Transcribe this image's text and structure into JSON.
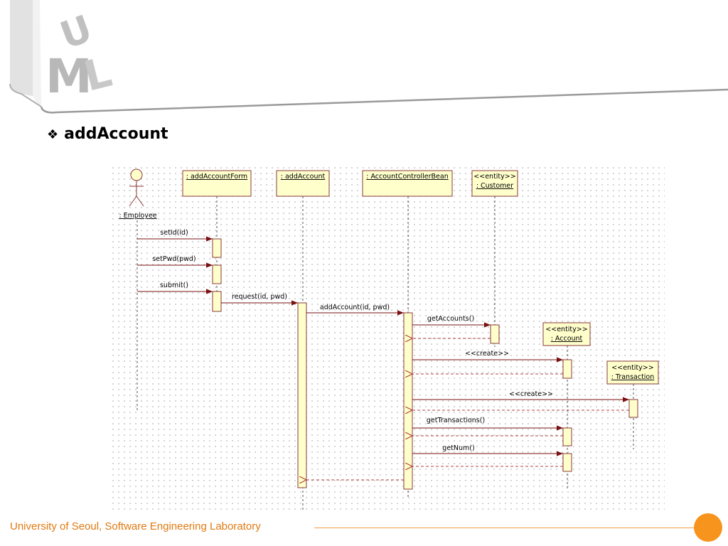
{
  "slide": {
    "title": "addAccount",
    "bullet": "❖",
    "footer": "University of Seoul, Software Engineering Laboratory",
    "logo_letters": [
      "U",
      "M",
      "L"
    ]
  },
  "diagram": {
    "actor": ": Employee",
    "objects": [
      {
        "line1": ": addAccountForm",
        "line2": ""
      },
      {
        "line1": ": addAccount",
        "line2": ""
      },
      {
        "line1": ": AccountControllerBean",
        "line2": ""
      },
      {
        "line1": "<<entity>>",
        "line2": ": Customer"
      },
      {
        "line1": "<<entity>>",
        "line2": ": Account"
      },
      {
        "line1": "<<entity>>",
        "line2": ": Transaction"
      }
    ],
    "messages": [
      "setId(id)",
      "setPwd(pwd)",
      "submit()",
      "request(id, pwd)",
      "addAccount(id, pwd)",
      "getAccounts()",
      "<<create>>",
      "<<create>>",
      "getTransactions()",
      "getNum()"
    ]
  },
  "colors": {
    "box_fill": "#ffffcc",
    "box_stroke": "#8a3a3a",
    "arrow": "#7a1010",
    "accent": "#f7941d",
    "footer_text": "#e07a10"
  }
}
